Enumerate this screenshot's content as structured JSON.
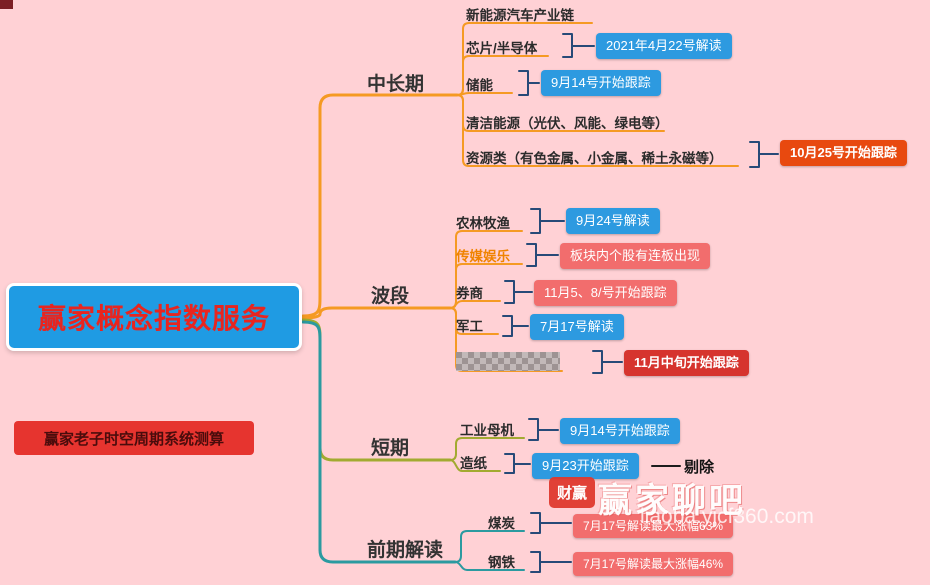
{
  "colors": {
    "background": "#ffd1d5",
    "root_bg": "#1f9be3",
    "root_text": "#e8251f",
    "note_bg": "#e6342f",
    "blue_tag": "#2d9ae0",
    "salmon_tag": "#f26d6d",
    "red_tag": "#d6342e",
    "orange_red_tag": "#e8490f",
    "branch_orange": "#f59a23",
    "branch_olive": "#a2aa30",
    "branch_teal": "#2b9aa0",
    "bracket_navy": "#274a78",
    "highlight_text": "#f08300"
  },
  "root": {
    "label": "赢家概念指数服务"
  },
  "note": {
    "label": "赢家老子时空周期系统测算"
  },
  "branches": [
    {
      "label": "中长期",
      "items": [
        {
          "label": "新能源汽车产业链"
        },
        {
          "label": "芯片/半导体",
          "tag": "2021年4月22号解读"
        },
        {
          "label": "储能",
          "tag": "9月14号开始跟踪"
        },
        {
          "label": "清洁能源（光伏、风能、绿电等）"
        },
        {
          "label": "资源类（有色金属、小金属、稀土永磁等）",
          "tag": "10月25号开始跟踪"
        }
      ]
    },
    {
      "label": "波段",
      "items": [
        {
          "label": "农林牧渔",
          "tag": "9月24号解读"
        },
        {
          "label": "传媒娱乐",
          "tag": "板块内个股有连板出现"
        },
        {
          "label": "券商",
          "tag": "11月5、8/号开始跟踪"
        },
        {
          "label": "军工",
          "tag": "7月17号解读"
        },
        {
          "label": "",
          "censored": true,
          "tag": "11月中旬开始跟踪"
        }
      ]
    },
    {
      "label": "短期",
      "items": [
        {
          "label": "工业母机",
          "tag": "9月14号开始跟踪"
        },
        {
          "label": "造纸",
          "tag": "9月23开始跟踪",
          "suffix": "剔除"
        }
      ]
    },
    {
      "label": "前期解读",
      "items": [
        {
          "label": "煤炭",
          "tag": "7月17号解读最大涨幅63%"
        },
        {
          "label": "钢铁",
          "tag": "7月17号解读最大涨幅46%"
        }
      ]
    }
  ],
  "watermark": {
    "logo": "财赢",
    "title": "赢家聊吧",
    "url": "liaoba.yjcf360.com"
  }
}
